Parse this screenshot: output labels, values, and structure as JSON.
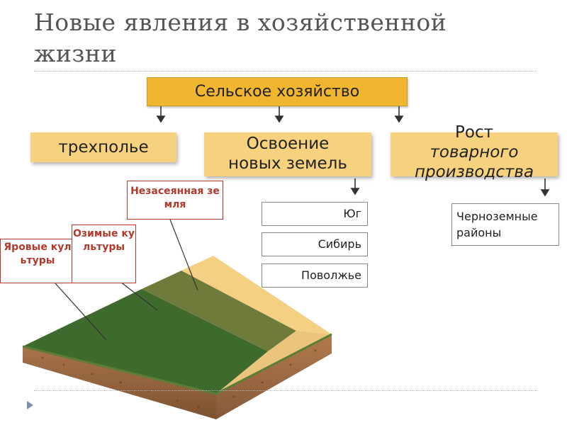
{
  "slide": {
    "title": "Новые явления в хозяйственной жизни"
  },
  "diagram": {
    "root": "Сельское хозяйство",
    "branches": [
      {
        "label": "трехполье"
      },
      {
        "label_line1": "Освоение",
        "label_line2": "новых земель",
        "items": [
          "Юг",
          "Сибирь",
          "Поволжье"
        ]
      },
      {
        "label_line1": "Рост",
        "label_line2": "товарного",
        "label_line3": "производства",
        "items": [
          "Черноземные районы"
        ]
      }
    ],
    "field_labels": {
      "spring": "Яровые культуры",
      "winter": "Озимые культуры",
      "fallow": "Незасеянная земля"
    }
  },
  "colors": {
    "root_box": "#f1b62f",
    "branch_box": "#f7d27e",
    "label_border": "#b23a2d",
    "field_spring": "#3f6a2e",
    "field_winter": "#6f7b3a",
    "field_fallow": "#f4d084",
    "soil": "#9b6a3f"
  }
}
